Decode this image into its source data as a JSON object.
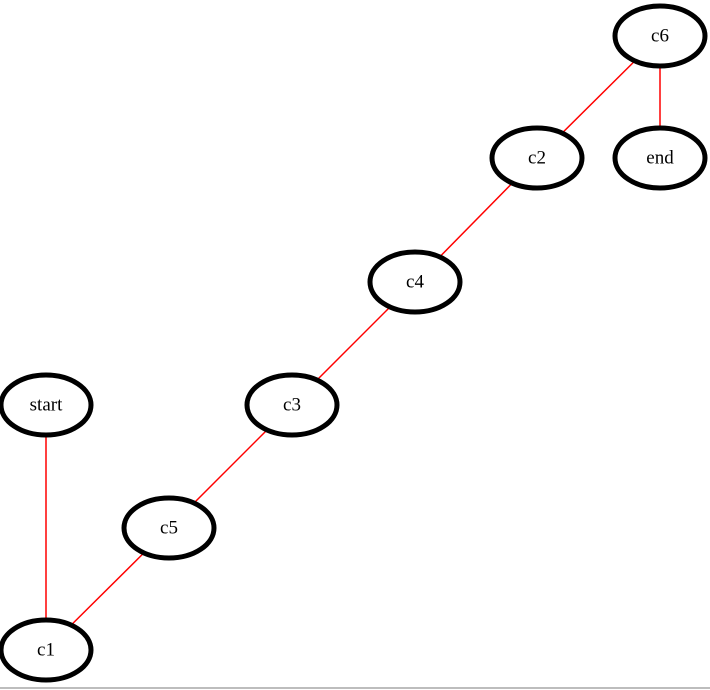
{
  "diagram": {
    "edge_color": "#ff0000",
    "node_border_color": "#000000",
    "node_fill_color": "#ffffff",
    "nodes": [
      {
        "id": "c6",
        "label": "c6"
      },
      {
        "id": "c2",
        "label": "c2"
      },
      {
        "id": "end",
        "label": "end"
      },
      {
        "id": "c4",
        "label": "c4"
      },
      {
        "id": "c3",
        "label": "c3"
      },
      {
        "id": "start",
        "label": "start"
      },
      {
        "id": "c5",
        "label": "c5"
      },
      {
        "id": "c1",
        "label": "c1"
      }
    ],
    "edges": [
      {
        "from": "c6",
        "to": "c2"
      },
      {
        "from": "c6",
        "to": "end"
      },
      {
        "from": "c2",
        "to": "c4"
      },
      {
        "from": "c4",
        "to": "c3"
      },
      {
        "from": "c3",
        "to": "c5"
      },
      {
        "from": "c5",
        "to": "c1"
      },
      {
        "from": "start",
        "to": "c1"
      }
    ]
  }
}
